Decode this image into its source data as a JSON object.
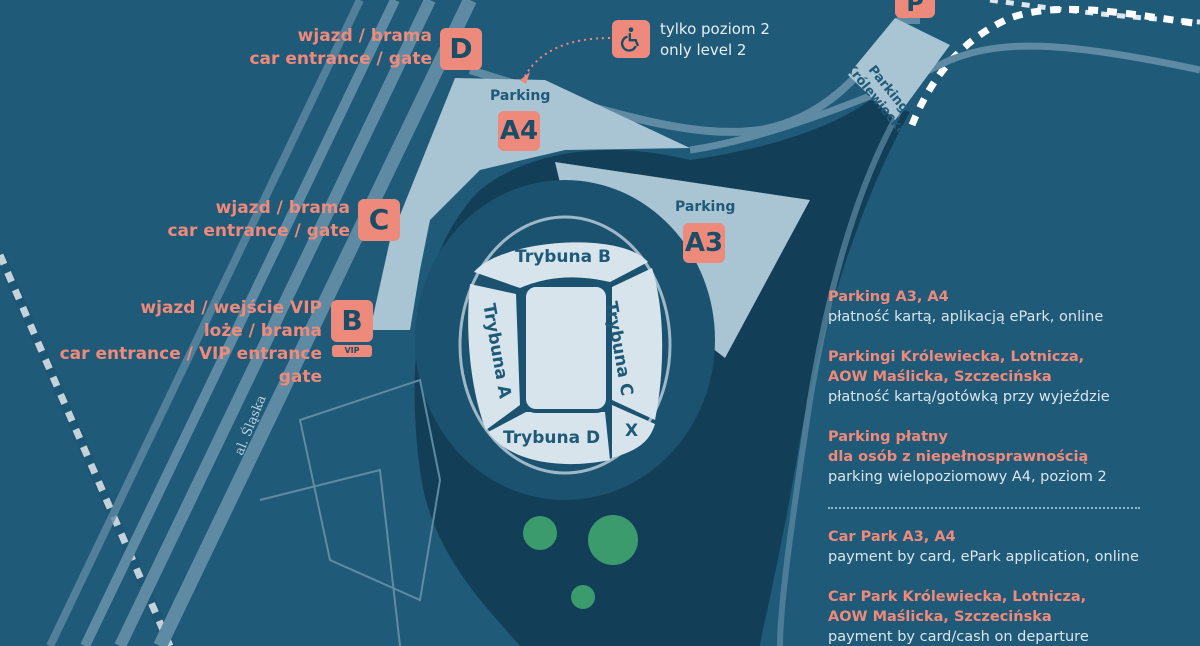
{
  "gates": {
    "D": {
      "letter": "D",
      "lines": [
        "wjazd / brama",
        "car entrance / gate"
      ]
    },
    "C": {
      "letter": "C",
      "lines": [
        "wjazd / brama",
        "car entrance / gate"
      ]
    },
    "B": {
      "letter": "B",
      "tag": "VIP",
      "lines": [
        "wjazd / wejście VIP",
        "loże / brama",
        "car entrance / VIP entrance",
        "gate"
      ]
    }
  },
  "parking_areas": {
    "A4": {
      "word": "Parking",
      "code": "A4"
    },
    "A3": {
      "word": "Parking",
      "code": "A3"
    },
    "krolewiecka": {
      "name_line1": "Parking",
      "name_line2": "Królewiecka",
      "badge": "P"
    }
  },
  "accessibility_note": {
    "icon": "wheelchair-icon",
    "lines": [
      "tylko poziom 2",
      "only level 2"
    ]
  },
  "stands": {
    "B": "Trybuna B",
    "A": "Trybuna A",
    "C": "Trybuna C",
    "D": "Trybuna D",
    "X": "X"
  },
  "road": {
    "name": "al. Śląska"
  },
  "legend_pl": [
    {
      "heading": [
        "Parking A3, A4"
      ],
      "body": "płatność kartą, aplikacją ePark, online"
    },
    {
      "heading": [
        "Parkingi Królewiecka, Lotnicza,",
        "AOW Maślicka, Szczecińska"
      ],
      "body": "płatność kartą/gotówką przy wyjeździe"
    },
    {
      "heading": [
        "Parking płatny",
        "dla osób z niepełnosprawnością"
      ],
      "body": "parking wielopoziomowy A4, poziom 2"
    }
  ],
  "legend_en": [
    {
      "heading": [
        "Car Park A3, A4"
      ],
      "body": "payment by card, ePark application, online"
    },
    {
      "heading": [
        "Car Park Królewiecka, Lotnicza,",
        "AOW Maślicka, Szczecińska"
      ],
      "body": "payment by card/cash on departure"
    }
  ],
  "colors": {
    "background": "#1f5a78",
    "road_dark": "#174a66",
    "stadium_ring": "#133e57",
    "parking_fill": "#a9c4d3",
    "stand_fill": "#d7e4ec",
    "accent": "#ee8a7b",
    "tree": "#3c9b6c"
  }
}
